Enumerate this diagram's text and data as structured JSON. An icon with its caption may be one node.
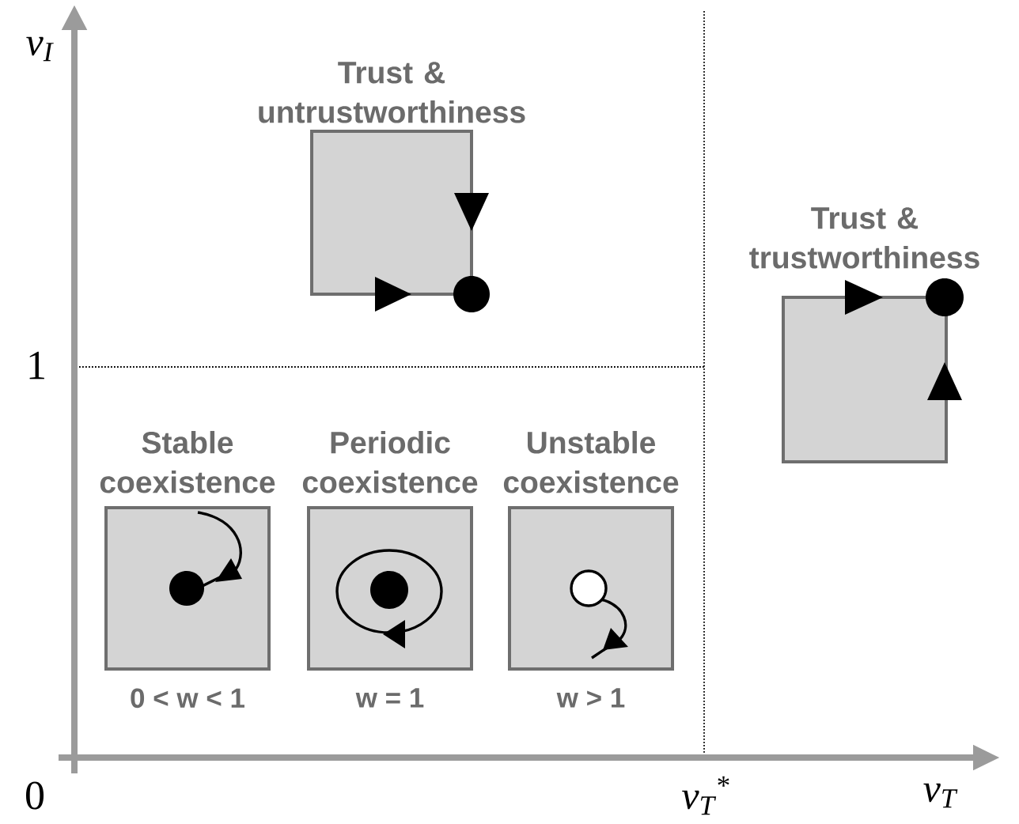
{
  "diagram": {
    "nodes": [
      {
        "text": [
          "Trust & untrustworthiness"
        ]
      },
      {
        "text": [
          "Trust & trustworthiness"
        ]
      },
      {
        "text": [
          "Stable coexistence"
        ],
        "beside": [
          "0 < w < 1"
        ]
      },
      {
        "text": [
          "Periodic coexistence"
        ],
        "beside": [
          "w = 1"
        ]
      },
      {
        "text": [
          "Unstable coexistence"
        ],
        "beside": [
          "w > 1"
        ]
      }
    ],
    "labels": [
      "v$_{I}$",
      "1",
      "0",
      "v$_{T}$$^{*}$",
      "v$_{T}$"
    ]
  }
}
